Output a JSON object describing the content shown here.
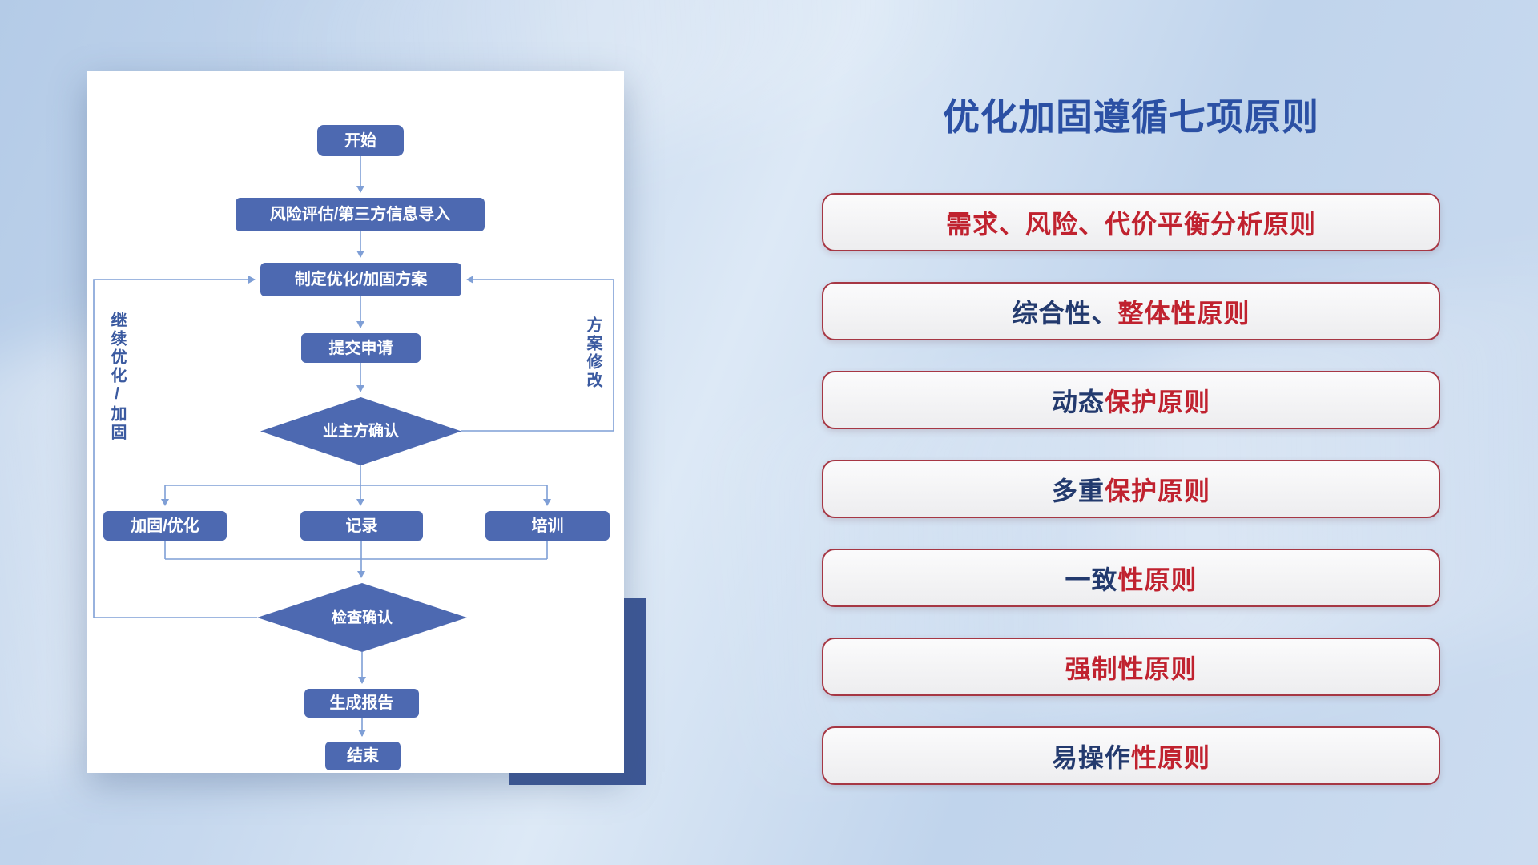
{
  "title": "优化加固遵循七项原则",
  "flowchart": {
    "nodes": {
      "start": "开始",
      "risk_import": "风险评估/第三方信息导入",
      "make_plan": "制定优化/加固方案",
      "submit": "提交申请",
      "owner_confirm": "业主方确认",
      "reinforce": "加固/优化",
      "record": "记录",
      "training": "培训",
      "check_confirm": "检查确认",
      "report": "生成报告",
      "end": "结束"
    },
    "loop_labels": {
      "continue_optimize": "继续优化/加固",
      "plan_modify": "方案修改"
    }
  },
  "principles": [
    {
      "segments": [
        {
          "text": "需求、风险、代价平衡分析原则",
          "color": "red"
        }
      ]
    },
    {
      "segments": [
        {
          "text": "综合性、",
          "color": "navy"
        },
        {
          "text": "整体性原则",
          "color": "red"
        }
      ]
    },
    {
      "segments": [
        {
          "text": "动态",
          "color": "navy"
        },
        {
          "text": "保护原则",
          "color": "red"
        }
      ]
    },
    {
      "segments": [
        {
          "text": "多重",
          "color": "navy"
        },
        {
          "text": "保护原则",
          "color": "red"
        }
      ]
    },
    {
      "segments": [
        {
          "text": "一致",
          "color": "navy"
        },
        {
          "text": "性原则",
          "color": "red"
        }
      ]
    },
    {
      "segments": [
        {
          "text": "强制性原则",
          "color": "red"
        }
      ]
    },
    {
      "segments": [
        {
          "text": "易操作",
          "color": "navy"
        },
        {
          "text": "性原则",
          "color": "red"
        }
      ]
    }
  ],
  "colors": {
    "red": "#c0222f",
    "navy": "#233a6e",
    "pill_border": "#a63744",
    "title": "#2b50a4",
    "node_fill": "#4d69b1",
    "connector": "#7f9fd6",
    "accent_block": "#3d5795",
    "loop_label": "#3b5aa0"
  }
}
